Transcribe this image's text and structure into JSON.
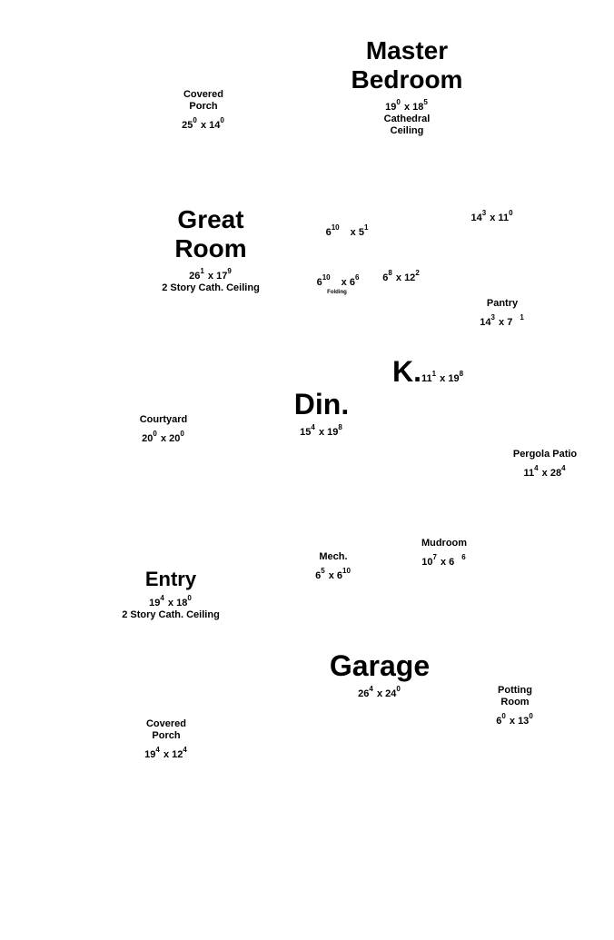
{
  "rooms": {
    "master_bedroom": {
      "name_1": "Master",
      "name_2": "Bedroom",
      "w": "19",
      "w_in": "0",
      "l": "18",
      "l_in": "5",
      "note_1": "Cathedral",
      "note_2": "Ceiling"
    },
    "covered_porch_top": {
      "name_1": "Covered",
      "name_2": "Porch",
      "w": "25",
      "w_in": "0",
      "l": "14",
      "l_in": "0"
    },
    "great_room": {
      "name_1": "Great",
      "name_2": "Room",
      "w": "26",
      "w_in": "1",
      "l": "17",
      "l_in": "9",
      "note": "2 Story Cath. Ceiling"
    },
    "closet_a": {
      "w": "6",
      "w_in": "10",
      "l": "5",
      "l_in": "1"
    },
    "closet_b": {
      "w": "6",
      "w_in": "10",
      "l": "6",
      "l_in": "6",
      "note": "Folding"
    },
    "closet_c": {
      "w": "6",
      "w_in": "8",
      "l": "12",
      "l_in": "2"
    },
    "room_14x11": {
      "w": "14",
      "w_in": "3",
      "l": "11",
      "l_in": "0"
    },
    "pantry": {
      "name": "Pantry",
      "w": "14",
      "w_in": "3",
      "l": "7",
      "l_in": "1"
    },
    "kitchen": {
      "name": "K.",
      "w": "11",
      "w_in": "1",
      "l": "19",
      "l_in": "8"
    },
    "dining": {
      "name": "Din.",
      "w": "15",
      "w_in": "4",
      "l": "19",
      "l_in": "8"
    },
    "courtyard": {
      "name": "Courtyard",
      "w": "20",
      "w_in": "0",
      "l": "20",
      "l_in": "0"
    },
    "pergola_patio": {
      "name": "Pergola Patio",
      "w": "11",
      "w_in": "4",
      "l": "28",
      "l_in": "4"
    },
    "mudroom": {
      "name": "Mudroom",
      "w": "10",
      "w_in": "7",
      "l": "6",
      "l_in": "6"
    },
    "mech": {
      "name": "Mech.",
      "w": "6",
      "w_in": "5",
      "l": "6",
      "l_in": "10"
    },
    "entry": {
      "name": "Entry",
      "w": "19",
      "w_in": "4",
      "l": "18",
      "l_in": "0",
      "note": "2 Story Cath. Ceiling"
    },
    "garage": {
      "name": "Garage",
      "w": "26",
      "w_in": "4",
      "l": "24",
      "l_in": "0"
    },
    "potting_room": {
      "name_1": "Potting",
      "name_2": "Room",
      "w": "6",
      "w_in": "0",
      "l": "13",
      "l_in": "0"
    },
    "covered_porch_bottom": {
      "name_1": "Covered",
      "name_2": "Porch",
      "w": "19",
      "w_in": "4",
      "l": "12",
      "l_in": "4"
    }
  },
  "separator": "x"
}
